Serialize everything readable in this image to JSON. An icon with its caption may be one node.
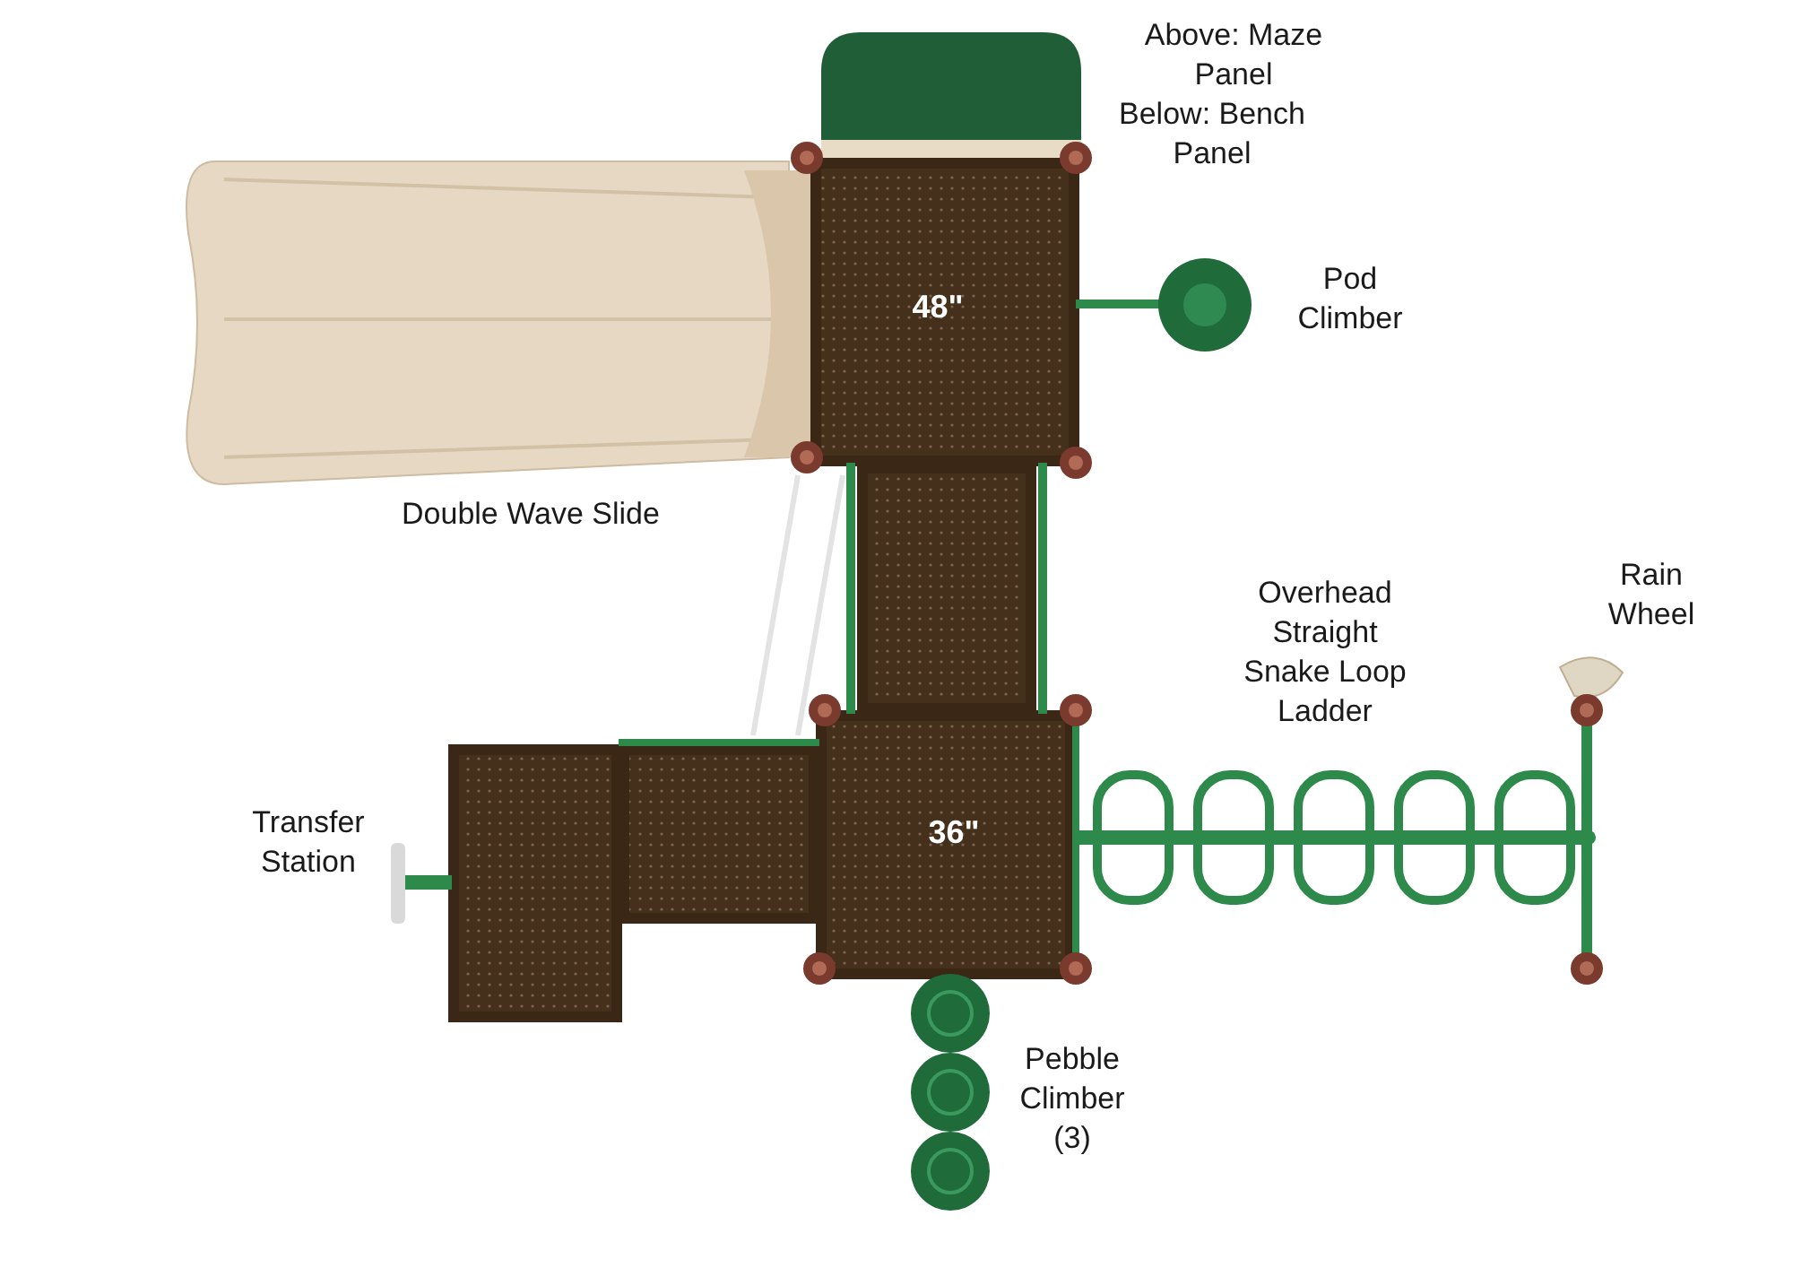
{
  "diagram": {
    "labels": [
      "Above: Maze Panel",
      "Below: Bench Panel",
      "48\"",
      "Pod Climber",
      "Double Wave Slide",
      "Overhead Straight Snake Loop Ladder",
      "Rain Wheel",
      "Transfer Station",
      "36\"",
      "Pebble Climber (3)"
    ]
  }
}
